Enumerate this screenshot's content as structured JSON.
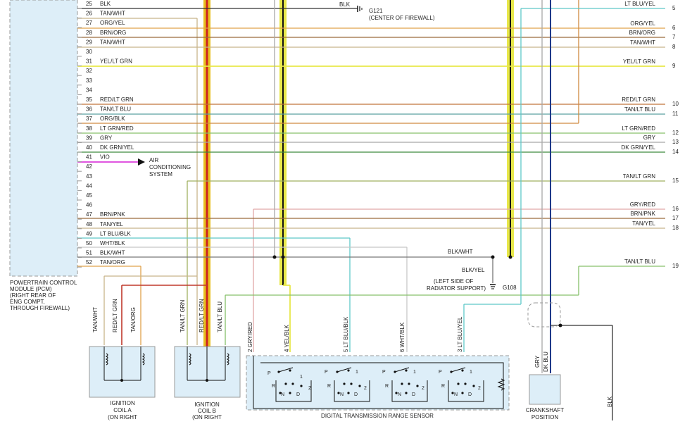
{
  "pcm": {
    "pins": [
      {
        "num": "25",
        "label": "BLK"
      },
      {
        "num": "26",
        "label": "TAN/WHT"
      },
      {
        "num": "27",
        "label": "ORG/YEL"
      },
      {
        "num": "28",
        "label": "BRN/ORG"
      },
      {
        "num": "29",
        "label": "TAN/WHT"
      },
      {
        "num": "30",
        "label": ""
      },
      {
        "num": "31",
        "label": "YEL/LT GRN"
      },
      {
        "num": "32",
        "label": ""
      },
      {
        "num": "33",
        "label": ""
      },
      {
        "num": "34",
        "label": ""
      },
      {
        "num": "35",
        "label": "RED/LT GRN"
      },
      {
        "num": "36",
        "label": "TAN/LT BLU"
      },
      {
        "num": "37",
        "label": "ORG/BLK"
      },
      {
        "num": "38",
        "label": "LT GRN/RED"
      },
      {
        "num": "39",
        "label": "GRY"
      },
      {
        "num": "40",
        "label": "DK GRN/YEL"
      },
      {
        "num": "41",
        "label": "VIO"
      },
      {
        "num": "42",
        "label": ""
      },
      {
        "num": "43",
        "label": ""
      },
      {
        "num": "44",
        "label": ""
      },
      {
        "num": "45",
        "label": ""
      },
      {
        "num": "46",
        "label": ""
      },
      {
        "num": "47",
        "label": "BRN/PNK"
      },
      {
        "num": "48",
        "label": "TAN/YEL"
      },
      {
        "num": "49",
        "label": "LT BLU/BLK"
      },
      {
        "num": "50",
        "label": "WHT/BLK"
      },
      {
        "num": "51",
        "label": "BLK/WHT"
      },
      {
        "num": "52",
        "label": "TAN/ORG"
      }
    ],
    "caption": [
      "POWERTRAIN CONTROL",
      "MODULE (PCM)",
      "(RIGHT REAR OF",
      "ENG COMPT,",
      "THROUGH FIREWALL)"
    ]
  },
  "right_wires": [
    {
      "label": "LT BLU/YEL",
      "num": "5"
    },
    {
      "label": "ORG/YEL",
      "num": "6"
    },
    {
      "label": "BRN/ORG",
      "num": "7"
    },
    {
      "label": "TAN/WHT",
      "num": "8"
    },
    {
      "label": "YEL/LT GRN",
      "num": "9"
    },
    {
      "label": "RED/LT GRN",
      "num": "10"
    },
    {
      "label": "TAN/LT BLU",
      "num": "11"
    },
    {
      "label": "LT GRN/RED",
      "num": "12"
    },
    {
      "label": "GRY",
      "num": "13"
    },
    {
      "label": "DK GRN/YEL",
      "num": "14"
    },
    {
      "label": "TAN/LT GRN",
      "num": "15"
    },
    {
      "label": "GRY/RED",
      "num": "16"
    },
    {
      "label": "BRN/PNK",
      "num": "17"
    },
    {
      "label": "TAN/YEL",
      "num": "18"
    },
    {
      "label": "TAN/LT BLU",
      "num": "19"
    }
  ],
  "ground_g121": {
    "wire": "BLK",
    "label": "G121",
    "location": "(CENTER OF FIREWALL)"
  },
  "ac_system": [
    "AIR",
    "CONDITIONING",
    "SYSTEM"
  ],
  "blk_wht_splice": "BLK/WHT",
  "ground_g108": {
    "wire": "BLK/YEL",
    "location": [
      "(LEFT SIDE OF",
      "RADIATOR SUPPORT)"
    ],
    "label": "G108"
  },
  "coil_a": {
    "wires": [
      "TAN/WHT",
      "RED/LT GRN",
      "TAN/ORG"
    ],
    "name": [
      "IGNITION",
      "COIL A",
      "(ON RIGHT"
    ]
  },
  "coil_b": {
    "wires": [
      "TAN/LT GRN",
      "RED/LT GRN",
      "TAN/LT BLU"
    ],
    "name": [
      "IGNITION",
      "COIL B",
      "(ON RIGHT"
    ]
  },
  "trs": {
    "name": "DIGITAL TRANSMISSION RANGE SENSOR",
    "pins": [
      "2 GRY/RED",
      "4 YEL/BLK",
      "5 LT BLU/BLK",
      "6 WHT/BLK",
      "3 LT BLU/YEL"
    ],
    "positions": [
      "P",
      "R",
      "N",
      "D",
      "2",
      "1"
    ]
  },
  "ckp": {
    "wires": [
      "GRY",
      "DK BLU"
    ],
    "name": [
      "CRANKSHAFT",
      "POSITION"
    ]
  },
  "blk_drop": "BLK",
  "colors": {
    "tan": "#c8b58a",
    "org": "#e0a24a",
    "brn": "#9a6b3c",
    "yel": "#e8e84a",
    "red": "#c0392b",
    "ltgrn": "#86c06a",
    "ltblu": "#5ec8c8",
    "gry": "#a8a8a8",
    "dkgrn": "#3d8a3d",
    "vio": "#d61fd6",
    "pnk": "#e0a8a8",
    "blk": "#333333",
    "dkblu": "#1f3a8a",
    "panel": "#ddeef8"
  }
}
